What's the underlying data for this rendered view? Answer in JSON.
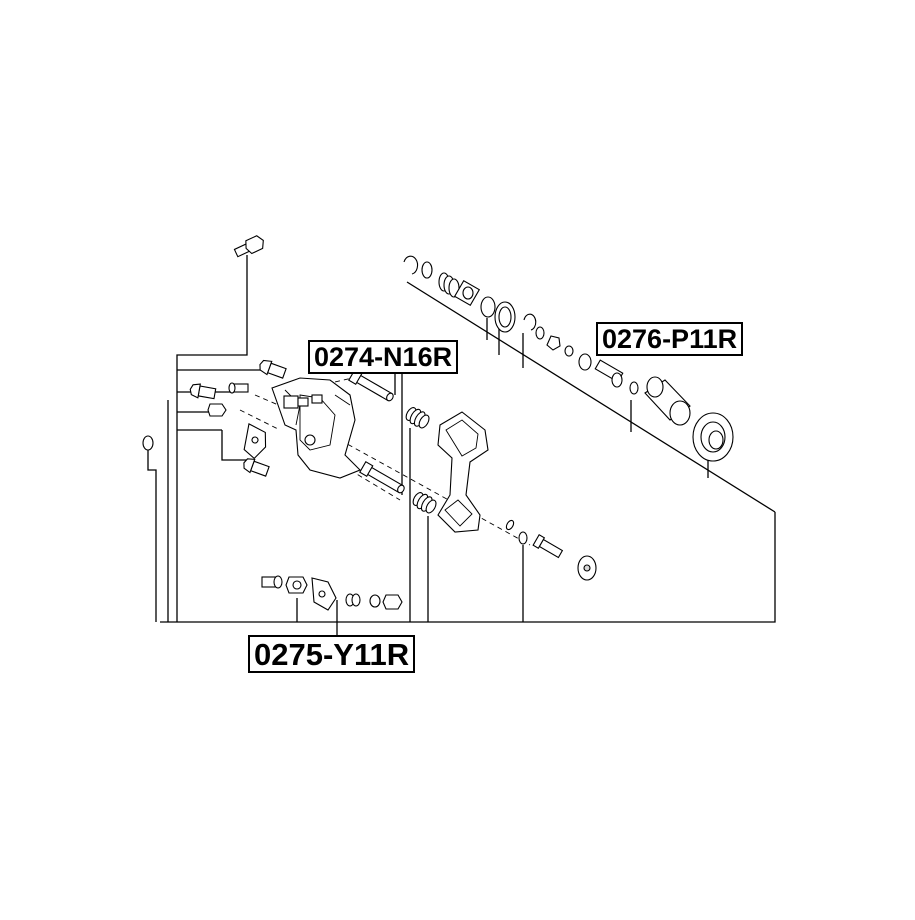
{
  "labels": {
    "caliper_guide_pin": "0274-N16R",
    "piston_repair_kit": "0276-P11R",
    "caliper_repair_kit": "0275-Y11R"
  }
}
